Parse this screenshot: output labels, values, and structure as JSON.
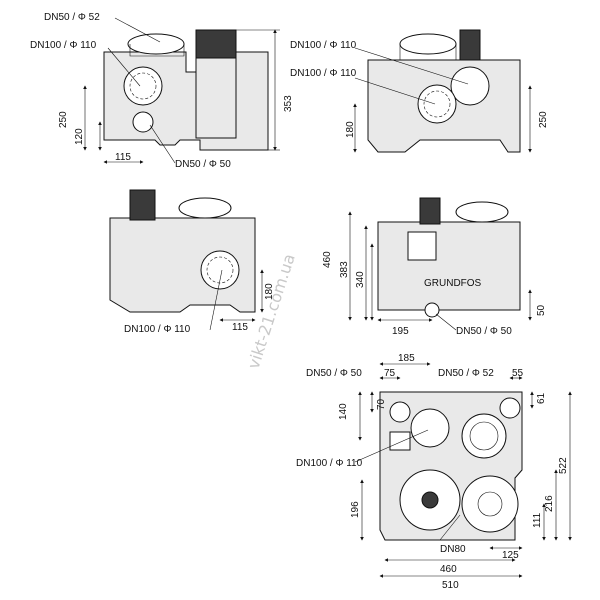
{
  "watermark": "vikt-21.com.ua",
  "view_front": {
    "dn50_top": "DN50 /   Φ 52",
    "dn100": "DN100 /   Φ 110",
    "dn50_bottom": "DN50 /   Φ 50",
    "dim_250": "250",
    "dim_120": "120",
    "dim_115": "115",
    "dim_353": "353"
  },
  "view_rear": {
    "dn100_a": "DN100 /   Φ 110",
    "dn100_b": "DN100 /   Φ 110",
    "dim_180": "180",
    "dim_250": "250"
  },
  "view_left": {
    "dn100": "DN100 /   Φ 110",
    "dim_180": "180",
    "dim_115": "115"
  },
  "view_side": {
    "dim_460": "460",
    "dim_383": "383",
    "dim_340": "340",
    "dim_195": "195",
    "dim_50": "50",
    "dn50": "DN50 /   Φ 50",
    "brand": "GRUNDFOS"
  },
  "view_top": {
    "dim_185": "185",
    "dn50_left": "DN50 /   Φ 50",
    "dn50_right": "DN50 /   Φ 52",
    "dim_75": "75",
    "dim_55": "55",
    "dim_61": "61",
    "dim_70": "70",
    "dim_140": "140",
    "dn100": "DN100 /   Φ 110",
    "dim_522": "522",
    "dim_216": "216",
    "dim_111": "111",
    "dim_196": "196",
    "dn80": "DN80",
    "dim_125": "125",
    "dim_460": "460",
    "dim_510": "510"
  }
}
